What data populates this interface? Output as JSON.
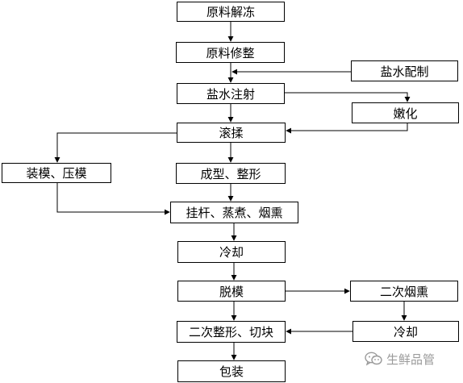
{
  "nodes": {
    "thaw": "原料解冻",
    "trim": "原料修整",
    "brine_prep": "盐水配制",
    "brine_inject": "盐水注射",
    "tenderize": "嫩化",
    "tumble": "滚揉",
    "mold_press": "装模、压模",
    "shape": "成型、整形",
    "hang_cook_smoke": "挂杆、蒸煮、烟熏",
    "cool1": "冷却",
    "demold": "脱模",
    "smoke2": "二次烟熏",
    "cool2": "冷却",
    "reshape_cut": "二次整形、切块",
    "pack": "包装"
  },
  "edges": [
    [
      "thaw",
      "trim"
    ],
    [
      "trim",
      "brine_inject"
    ],
    [
      "brine_prep",
      "brine_inject"
    ],
    [
      "brine_inject",
      "tenderize"
    ],
    [
      "brine_inject",
      "tumble"
    ],
    [
      "tenderize",
      "tumble"
    ],
    [
      "tumble",
      "mold_press"
    ],
    [
      "tumble",
      "shape"
    ],
    [
      "mold_press",
      "hang_cook_smoke"
    ],
    [
      "shape",
      "hang_cook_smoke"
    ],
    [
      "hang_cook_smoke",
      "cool1"
    ],
    [
      "cool1",
      "demold"
    ],
    [
      "demold",
      "smoke2"
    ],
    [
      "demold",
      "reshape_cut"
    ],
    [
      "smoke2",
      "cool2"
    ],
    [
      "cool2",
      "reshape_cut"
    ],
    [
      "reshape_cut",
      "pack"
    ]
  ],
  "watermark": {
    "text": "生鲜品管",
    "icon": "wechat-icon"
  },
  "colors": {
    "line": "#000000",
    "watermark": "#9a9a9a"
  }
}
